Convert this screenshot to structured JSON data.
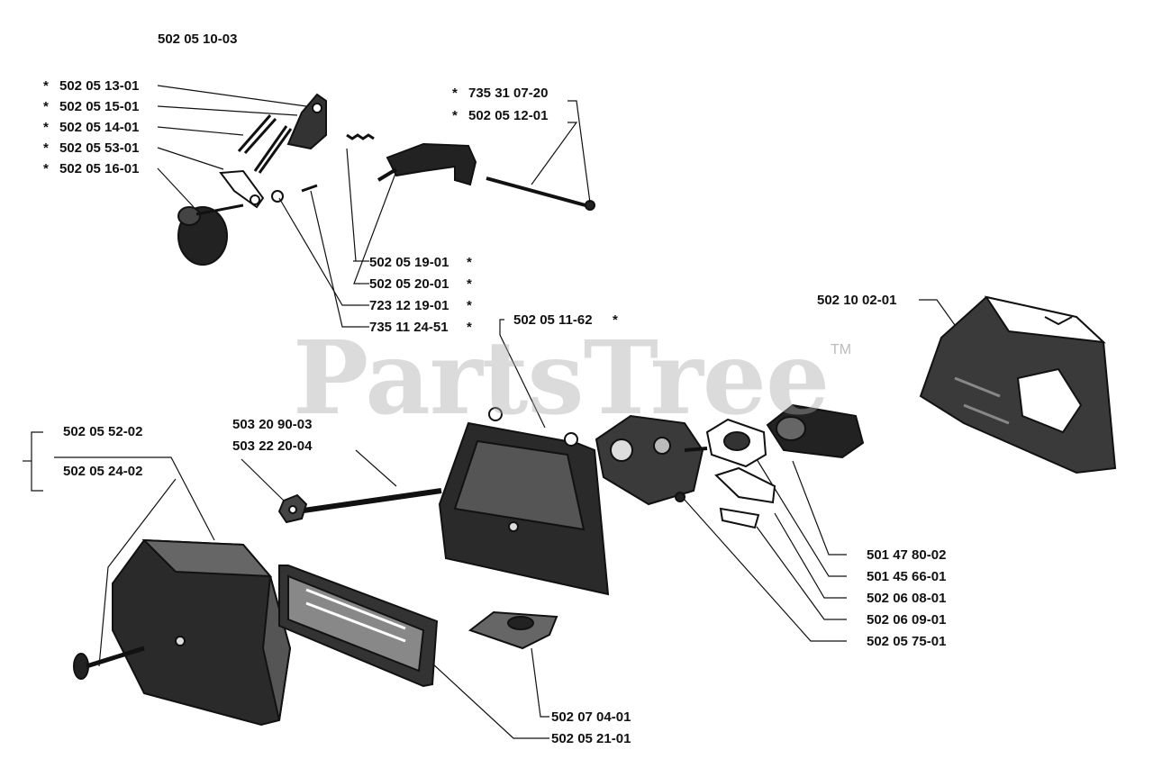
{
  "title_number": "502 05 10-03",
  "watermark": "PartsTree",
  "trademark": "TM",
  "asterisk": "*",
  "labels": {
    "p13": "502 05 13-01",
    "p15": "502 05 15-01",
    "p14": "502 05 14-01",
    "p53": "502 05 53-01",
    "p16": "502 05 16-01",
    "p735_20": "735 31 07-20",
    "p12": "502 05 12-01",
    "p19": "502 05 19-01",
    "p20": "502 05 20-01",
    "p723": "723 12 19-01",
    "p735_51": "735 11 24-51",
    "p11_62": "502 05 11-62",
    "p10_02": "502 10 02-01",
    "p52": "502 05 52-02",
    "p24": "502 05 24-02",
    "p503a": "503 20 90-03",
    "p503b": "503 22 20-04",
    "p501_47": "501 47 80-02",
    "p501_45": "501 45 66-01",
    "p06_08": "502 06 08-01",
    "p06_09": "502 06 09-01",
    "p75": "502 05 75-01",
    "p07_04": "502 07 04-01",
    "p21": "502 05 21-01"
  }
}
